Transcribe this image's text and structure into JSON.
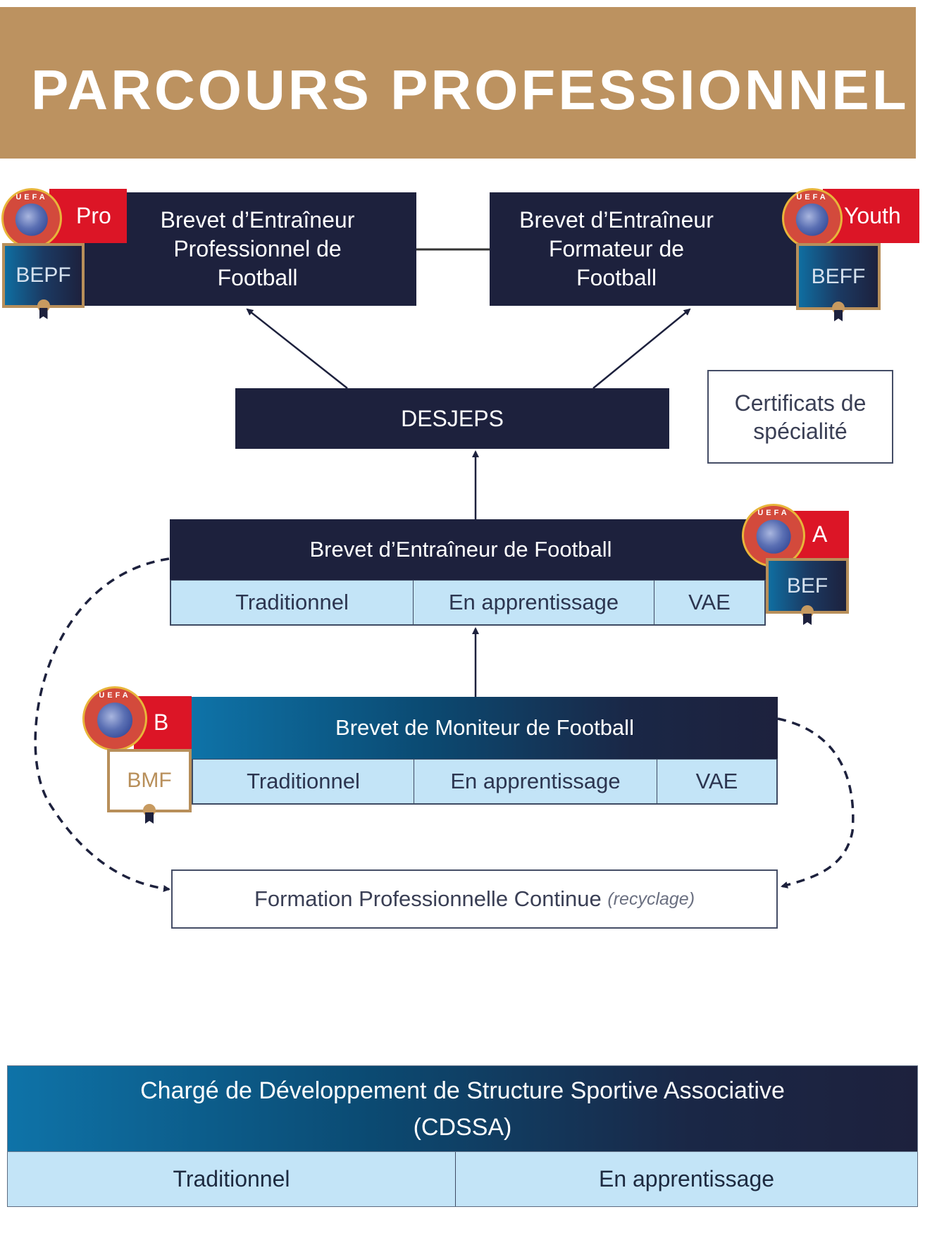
{
  "header": {
    "title": "PARCOURS PROFESSIONNEL"
  },
  "colors": {
    "header_gold": "#bc9260",
    "navy": "#1d213d",
    "uefa_red": "#dc1526",
    "sub_row_blue": "#c3e4f7",
    "gradient_blue": "#0e73a8"
  },
  "bepf": {
    "title_lines": [
      "Brevet d’Entraîneur",
      "Professionnel de",
      "Football"
    ],
    "uefa_level": "Pro",
    "certificate": "BEPF",
    "logo_text": "UEFA"
  },
  "beff": {
    "title_lines": [
      "Brevet d’Entraîneur",
      "Formateur de",
      "Football"
    ],
    "uefa_level": "Youth",
    "certificate": "BEFF",
    "logo_text": "UEFA"
  },
  "desjeps": {
    "label": "DESJEPS"
  },
  "certificats": {
    "title_lines": [
      "Certificats de",
      "spécialité"
    ]
  },
  "bef": {
    "title": "Brevet d’Entraîneur de Football",
    "uefa_level": "A",
    "certificate": "BEF",
    "logo_text": "UEFA",
    "paths": [
      "Traditionnel",
      "En apprentissage",
      "VAE"
    ]
  },
  "bmf": {
    "title": "Brevet de Moniteur de Football",
    "uefa_level": "B",
    "certificate": "BMF",
    "logo_text": "UEFA",
    "paths": [
      "Traditionnel",
      "En apprentissage",
      "VAE"
    ]
  },
  "fpc": {
    "label": "Formation Professionnelle Continue",
    "note": "(recyclage)"
  },
  "cdssa": {
    "title_line1": "Chargé de Développement de Structure Sportive Associative",
    "title_line2": "(CDSSA)",
    "paths": [
      "Traditionnel",
      "En apprentissage"
    ]
  }
}
